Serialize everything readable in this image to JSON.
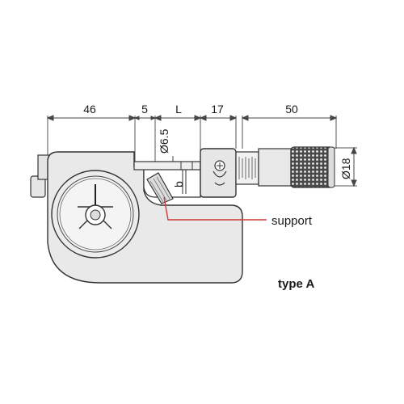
{
  "dimensions": {
    "d46": "46",
    "d5": "5",
    "dL": "L",
    "d17": "17",
    "d50": "50",
    "dia65": "Ø6.5",
    "dia18": "Ø18",
    "b": "b"
  },
  "callout": {
    "label": "support",
    "line_color": "#d03a3a"
  },
  "caption": "type A",
  "colors": {
    "body_fill": "#e9e9e9",
    "outline": "#333333",
    "dimension_line": "#444444",
    "thimble_knurl": "#666666"
  }
}
